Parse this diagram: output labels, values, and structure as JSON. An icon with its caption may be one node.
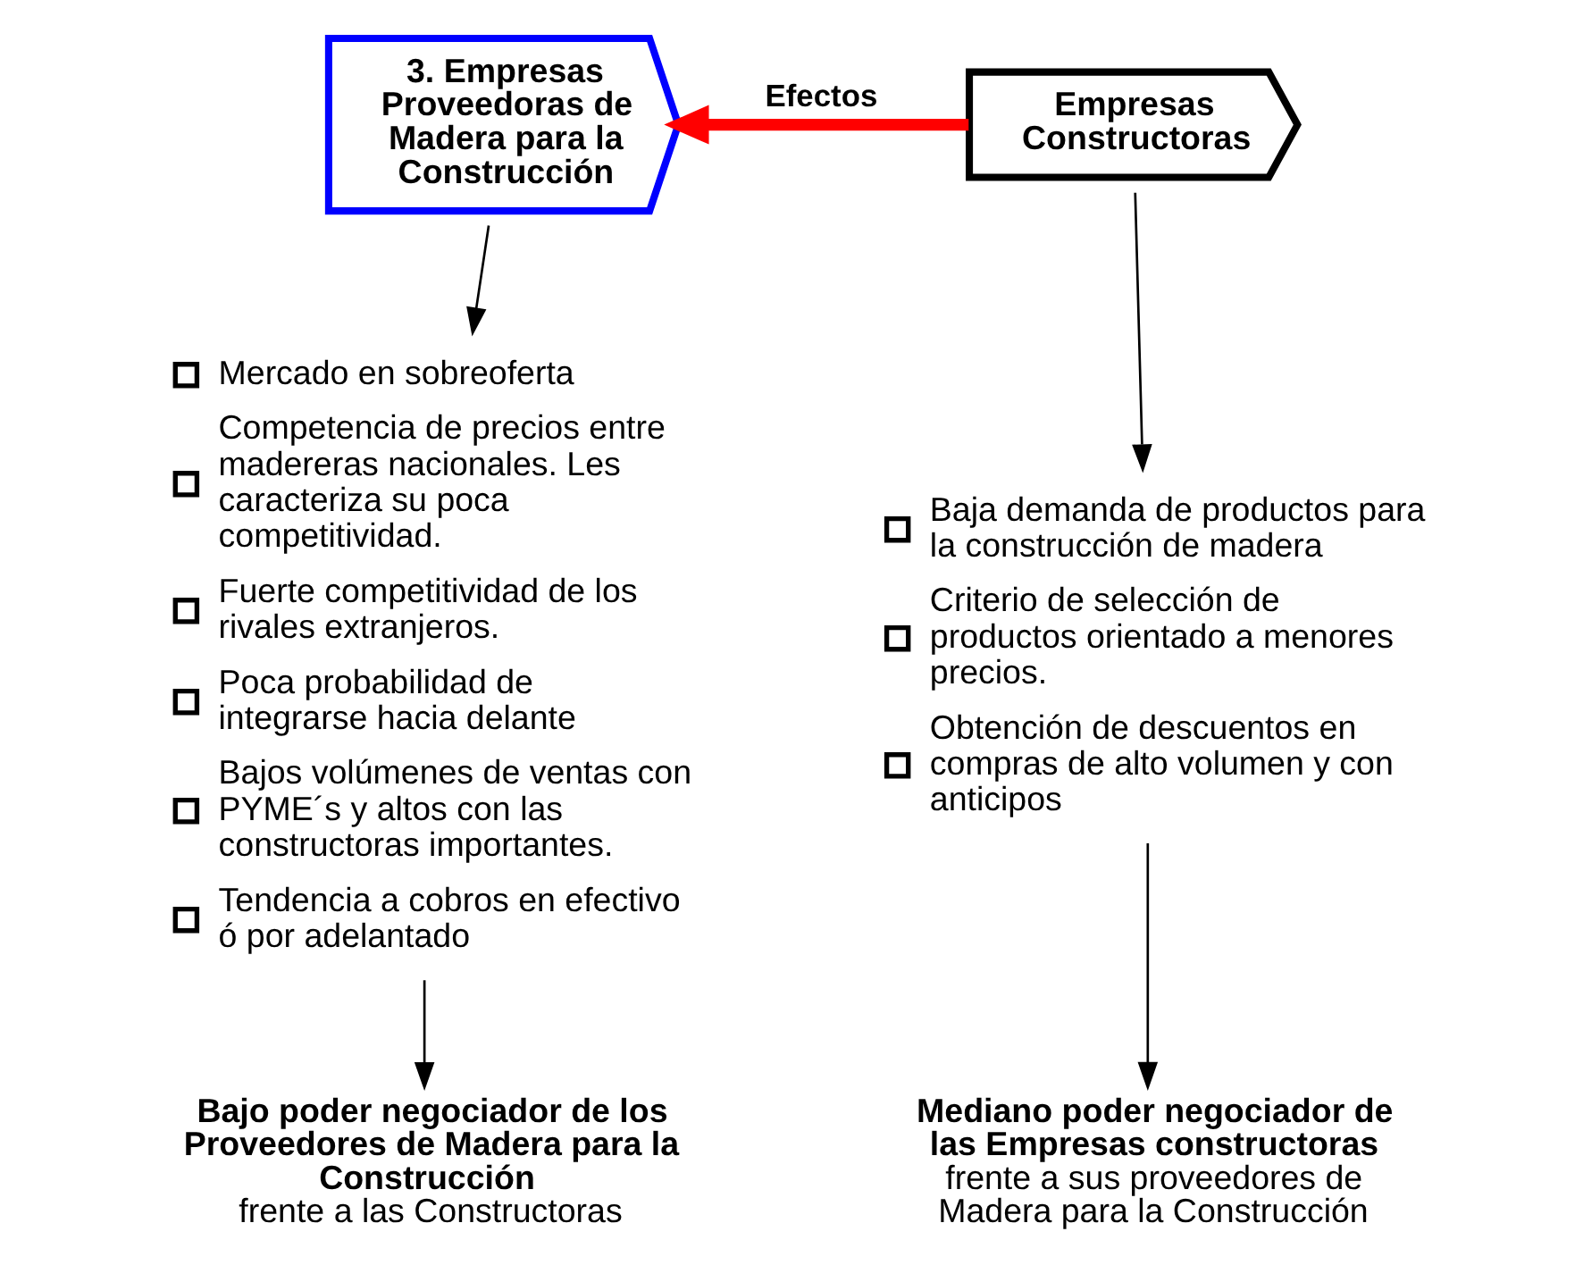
{
  "diagram": {
    "nodes": [
      {
        "text": [
          "3. Empresas Proveedoras de Madera para la Construcción"
        ]
      },
      {
        "text": [
          "Empresas Constructoras"
        ]
      },
      {
        "text": [
          "Mercado en sobreoferta",
          "Competencia de precios entre madereras nacionales. Les caracteriza su poca competitividad.",
          "Fuerte competitividad de los rivales extranjeros.",
          "Poca probabilidad de integrarse hacia delante",
          "Bajos volúmenes de ventas con PYME´s y altos con las constructoras importantes.",
          "Tendencia a cobros en efectivo ó por adelantado"
        ]
      },
      {
        "text": [
          "Baja demanda de productos para la construcción de madera",
          "Criterio de selección de productos orientado a menores precios.",
          "Obtención de descuentos en compras de alto volumen y con anticipos"
        ]
      },
      {
        "text": [
          "**Bajo poder negociador de los Proveedores de Madera para la Construcción** frente a las Constructoras"
        ]
      },
      {
        "text": [
          "**Mediano poder negociador de las Empresas constructoras** frente a sus proveedores de Madera para la Construcción"
        ]
      }
    ],
    "edges": [
      {
        "from": 1,
        "to": 0,
        "arrow": "to",
        "label": "Efectos",
        "style": "thick",
        "color": "#ff0000"
      },
      {
        "from": 0,
        "to": 2,
        "arrow": "to"
      },
      {
        "from": 1,
        "to": 3,
        "arrow": "to"
      },
      {
        "from": 2,
        "to": 4,
        "arrow": "to"
      },
      {
        "from": 3,
        "to": 5,
        "arrow": "to"
      }
    ]
  }
}
